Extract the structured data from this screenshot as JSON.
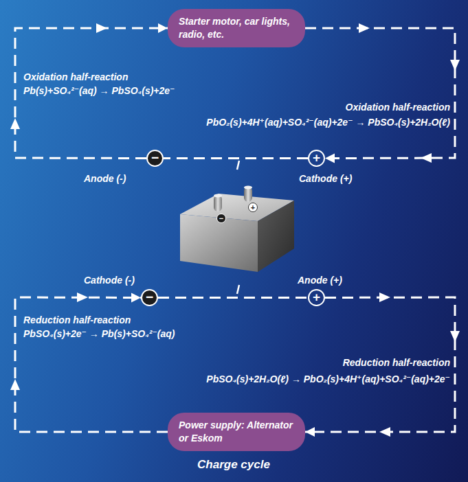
{
  "diagram": {
    "caption": "Charge cycle",
    "nodes": [
      {
        "text": [
          "Starter motor, car lights, radio, etc."
        ]
      },
      {
        "text": [
          "−"
        ]
      },
      {
        "text": [
          "+"
        ]
      },
      {
        "text": [
          "−"
        ]
      },
      {
        "text": [
          "+"
        ]
      },
      {
        "text": [
          "Power supply: Alternator or Eskom"
        ]
      }
    ],
    "edges": [
      {
        "from": 0,
        "to": 2,
        "arrow": "to"
      },
      {
        "from": 2,
        "to": 1,
        "arrow": "none"
      },
      {
        "from": 1,
        "to": 0,
        "arrow": "to"
      },
      {
        "from": 3,
        "to": 4,
        "arrow": "none"
      },
      {
        "from": 4,
        "to": 5,
        "arrow": "to"
      },
      {
        "from": 5,
        "to": 3,
        "arrow": "to"
      }
    ],
    "labels": [
      "Oxidation half-reaction",
      "Pb(s)+SO₄²⁻(aq) → PbSO₄(s)+2e⁻",
      "Oxidation half-reaction",
      "PbO₂(s)+4H⁺(aq)+SO₄²⁻(aq)+2e⁻ → PbSO₄(s)+2H₂O(ℓ)",
      "Anode (-)",
      "Cathode (+)",
      "−",
      "+",
      "Cathode (-)",
      "Anode (+)",
      "Reduction half-reaction",
      "PbSO₄(s)+2e⁻ → Pb(s)+SO₄²⁻(aq)",
      "Reduction half-reaction",
      "PbSO₄(s)+2H₂O(ℓ) → PbO₂(s)+4H⁺(aq)+SO₄²⁻(aq)+2e⁻"
    ]
  }
}
